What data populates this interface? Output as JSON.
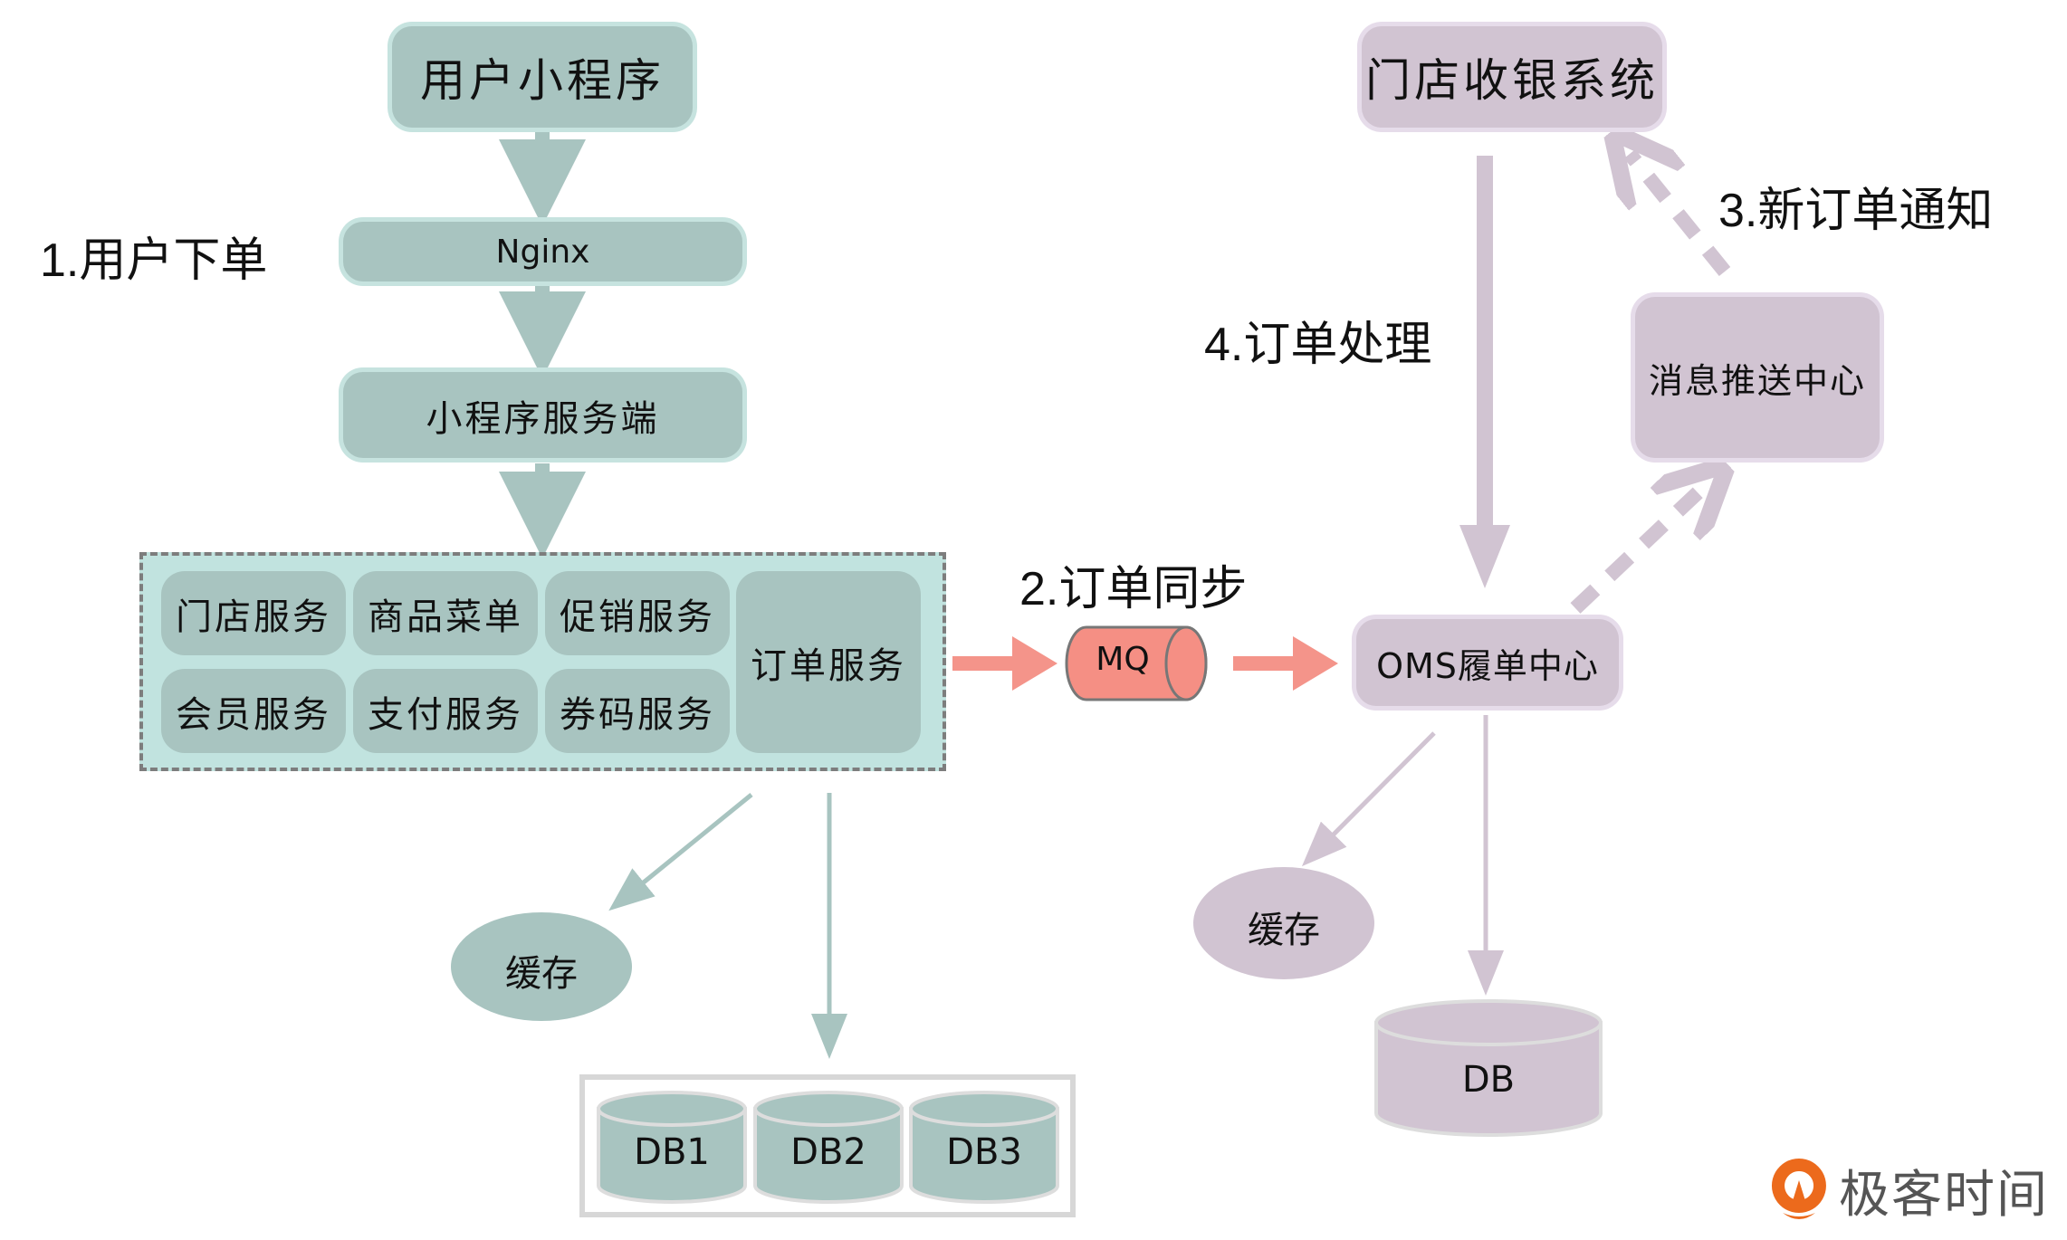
{
  "left": {
    "client": "用户小程序",
    "gateway": "Nginx",
    "server": "小程序服务端",
    "services": {
      "cells": [
        "门店服务",
        "商品菜单",
        "促销服务",
        "会员服务",
        "支付服务",
        "券码服务"
      ],
      "order_service": "订单服务"
    },
    "cache": "缓存",
    "databases": [
      "DB1",
      "DB2",
      "DB3"
    ]
  },
  "queue": "MQ",
  "right": {
    "pos": "门店收银系统",
    "push_center": "消息推送中心",
    "oms": "OMS履单中心",
    "cache": "缓存",
    "database": "DB"
  },
  "steps": {
    "step1": "1.用户下单",
    "step2": "2.订单同步",
    "step3": "3.新订单通知",
    "step4": "4.订单处理"
  },
  "logo": {
    "text": "极客时间",
    "icon": "geektime-logo-icon"
  },
  "colors": {
    "teal": "#a8c4c0",
    "teal_light": "#c1e3df",
    "lilac": "#d1c4d2",
    "mq_red": "#f58f84",
    "arrow_red": "#f4948a",
    "logo_orange": "#ec6a1c"
  }
}
